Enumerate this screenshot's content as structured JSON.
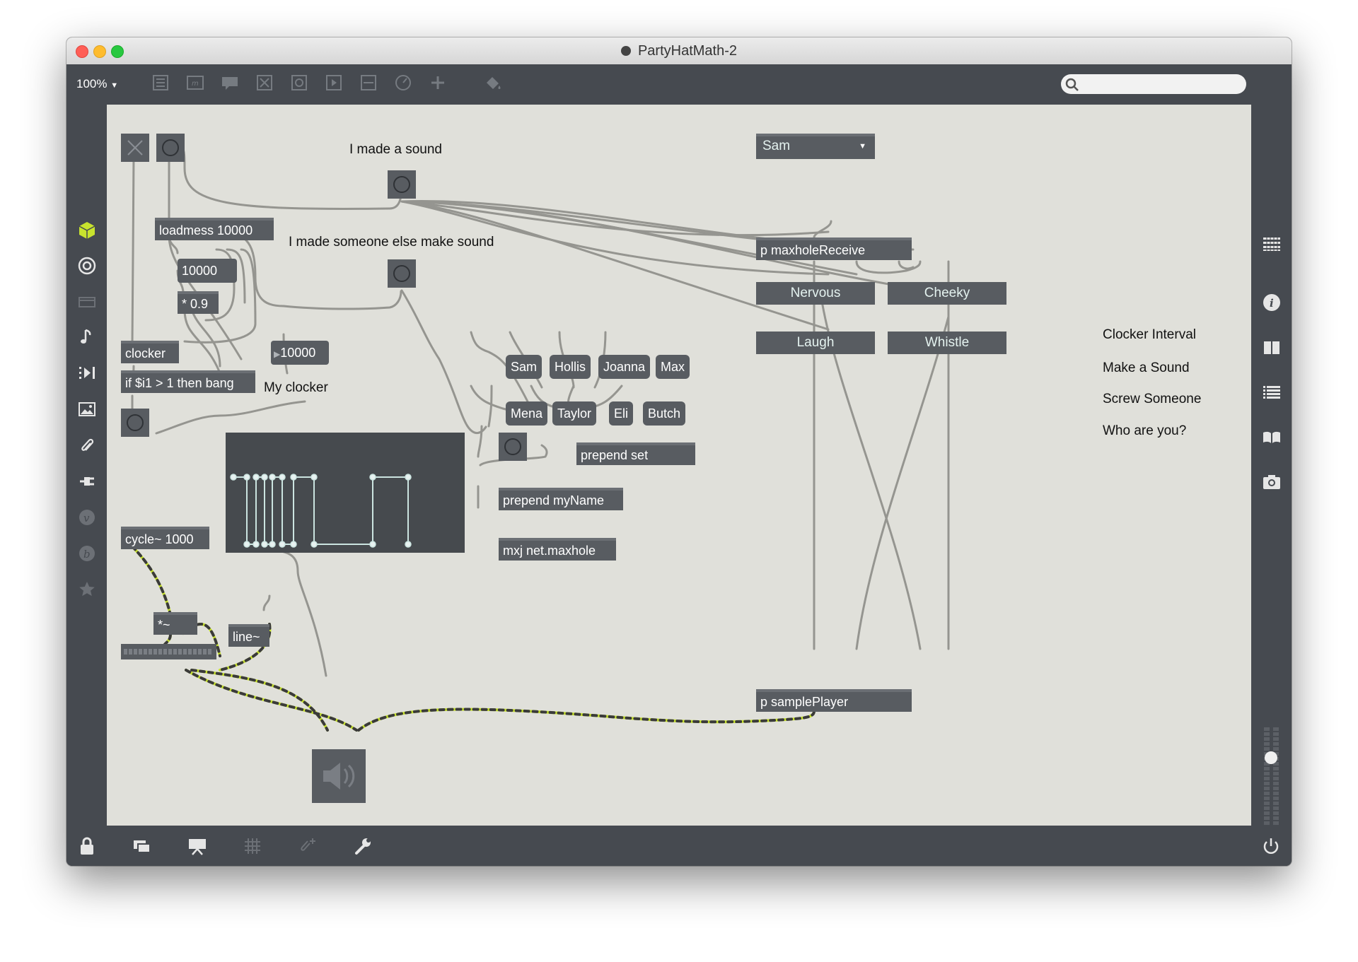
{
  "window": {
    "title": "PartyHatMath-2",
    "traffic_lights": [
      "#ff5f57",
      "#febc2e",
      "#28c840"
    ]
  },
  "toolbar": {
    "zoom": "100%",
    "icons": [
      "presentation-icon",
      "message-icon",
      "comment-icon",
      "toggle-icon",
      "button-icon",
      "playbar-icon",
      "slider-icon",
      "dial-icon",
      "add-icon",
      "paint-icon"
    ],
    "search_placeholder": ""
  },
  "left_sidebar": {
    "icons": [
      "cube-icon",
      "target-icon",
      "video-icon",
      "music-note-icon",
      "sequence-icon",
      "image-icon",
      "paperclip-icon",
      "plug-icon",
      "vizzie-icon",
      "beap-icon",
      "star-icon"
    ],
    "accent": "#c8e32e"
  },
  "right_sidebar": {
    "icons": [
      "grid-icon",
      "info-icon",
      "columns-icon",
      "list-icon",
      "book-icon",
      "camera-icon"
    ]
  },
  "bottom_bar": {
    "icons": [
      "lock-icon",
      "new-view-icon",
      "presentation-mode-icon",
      "grid-icon",
      "snap-icon",
      "wrench-icon",
      "power-icon"
    ]
  },
  "patch": {
    "comments": {
      "made_sound": "I made a sound",
      "made_someone": "I made someone else make sound",
      "my_clocker": "My clocker",
      "clocker_interval": "Clocker Interval",
      "make_a_sound": "Make a Sound",
      "screw_someone": "Screw Someone",
      "who_are_you": "Who are you?"
    },
    "objects": {
      "loadmess": "loadmess 10000",
      "times": "* 0.9",
      "clocker": "clocker",
      "if": "if $i1 > 1 then bang",
      "cycle": "cycle~ 1000",
      "mult": "*~",
      "line": "line~",
      "maxhole_receive": "p maxholeReceive",
      "prepend_set": "prepend set",
      "prepend_myname": "prepend myName",
      "mxj": "mxj net.maxhole",
      "sample_player": "p samplePlayer"
    },
    "numbers": {
      "ten_thousand_a": "10000",
      "ten_thousand_b": "10000"
    },
    "names": [
      "Sam",
      "Hollis",
      "Joanna",
      "Max",
      "Mena",
      "Taylor",
      "Eli",
      "Butch"
    ],
    "sound_buttons": [
      "Nervous",
      "Cheeky",
      "Laugh",
      "Whistle"
    ],
    "menu": {
      "selected": "Sam"
    },
    "colors": {
      "object": "#585c61",
      "canvas": "#e0e0da",
      "signal_wire": "#c8e32e",
      "patch_wire": "#909090"
    }
  }
}
